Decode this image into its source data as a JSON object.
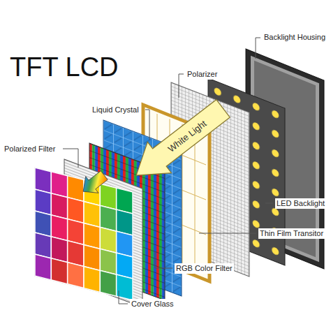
{
  "diagram": {
    "title": "TFT LCD",
    "labels": [
      "Backlight Housing",
      "Polarizer",
      "Liquid Crystal",
      "Polarized Filter",
      "White Light",
      "LED Backlight",
      "Thin Film Transitor",
      "RGB Color Filter",
      "Cover Glass"
    ]
  }
}
